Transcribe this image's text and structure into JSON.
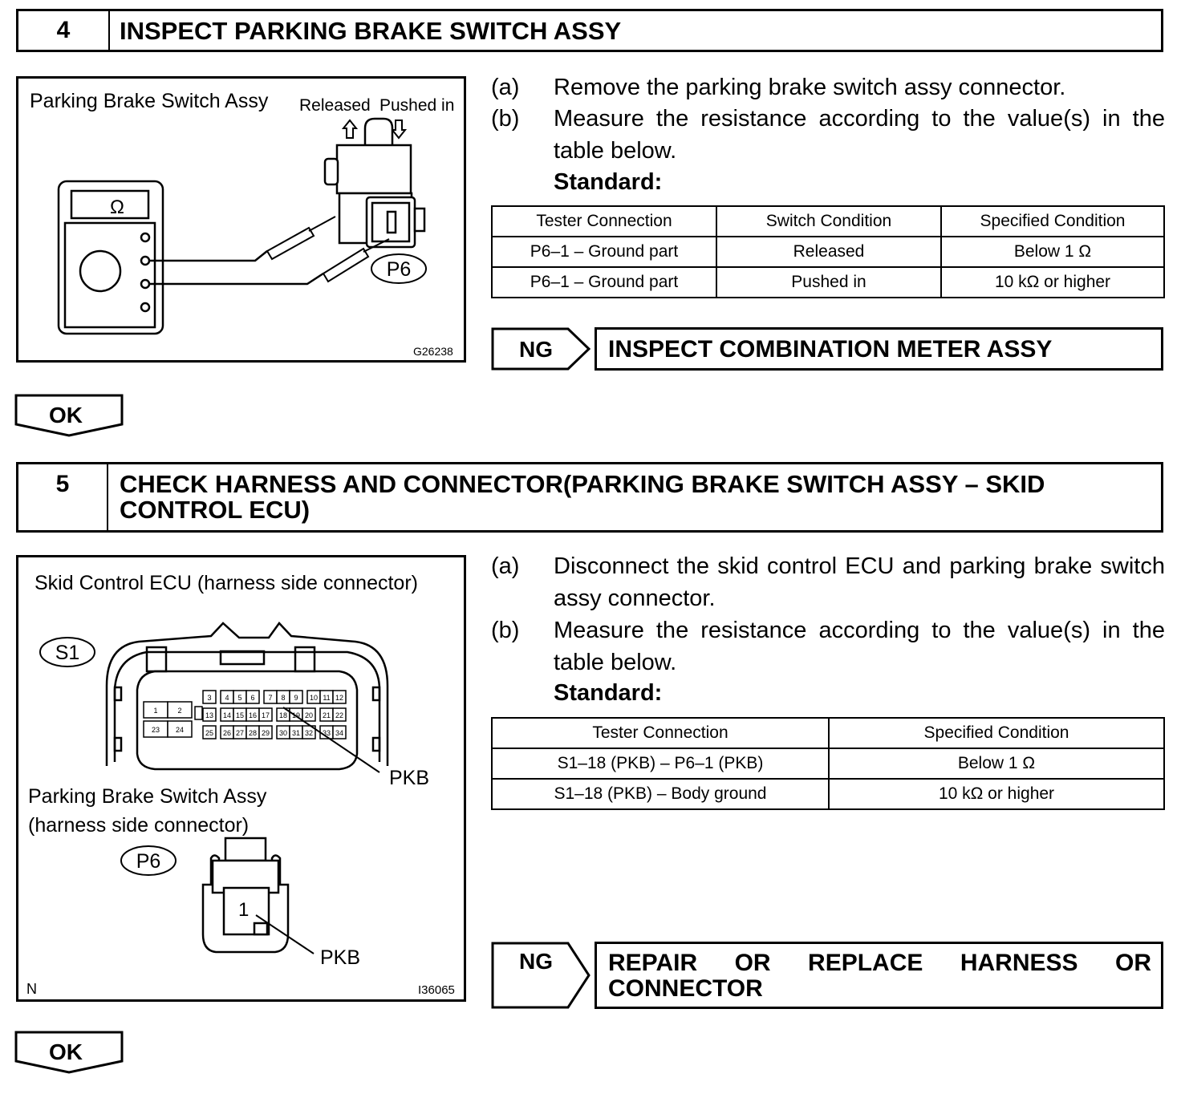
{
  "step4": {
    "number": "4",
    "title": "INSPECT PARKING BRAKE SWITCH ASSY",
    "figure": {
      "title": "Parking Brake Switch Assy",
      "released": "Released",
      "pushed_in": "Pushed in",
      "ohm_symbol": "Ω",
      "connector": "P6",
      "code": "G26238"
    },
    "steps": [
      {
        "label": "(a)",
        "text": "Remove the parking brake switch assy connector."
      },
      {
        "label": "(b)",
        "text": "Measure the resistance according to the value(s) in the table below."
      }
    ],
    "standard": "Standard:",
    "table": {
      "headers": [
        "Tester Connection",
        "Switch Condition",
        "Specified Condition"
      ],
      "rows": [
        [
          "P6–1 – Ground part",
          "Released",
          "Below 1 Ω"
        ],
        [
          "P6–1 – Ground part",
          "Pushed in",
          "10 kΩ or higher"
        ]
      ]
    },
    "ng_label": "NG",
    "ng_action": "INSPECT COMBINATION METER ASSY",
    "ok_label": "OK"
  },
  "step5": {
    "number": "5",
    "title": "CHECK HARNESS AND CONNECTOR(PARKING BRAKE SWITCH ASSY – SKID CONTROL ECU)",
    "figure": {
      "ecu_title": "Skid Control ECU (harness side connector)",
      "ecu_connector": "S1",
      "pkb": "PKB",
      "switch_title_line1": "Parking Brake Switch Assy",
      "switch_title_line2": "(harness side connector)",
      "switch_connector": "P6",
      "pin1": "1",
      "corner": "N",
      "code": "I36065",
      "pins_row1": [
        "3",
        "4",
        "5",
        "6",
        "7",
        "8",
        "9",
        "10",
        "11",
        "12"
      ],
      "pins_row2": [
        "13",
        "14",
        "15",
        "16",
        "17",
        "18",
        "19",
        "20",
        "21",
        "22"
      ],
      "pins_row3": [
        "25",
        "26",
        "27",
        "28",
        "29",
        "30",
        "31",
        "32",
        "33",
        "34"
      ],
      "pins_left": [
        "1",
        "2",
        "23",
        "24"
      ]
    },
    "steps": [
      {
        "label": "(a)",
        "text": "Disconnect the skid control ECU and parking brake switch assy connector."
      },
      {
        "label": "(b)",
        "text": "Measure the resistance according to the value(s) in the table below."
      }
    ],
    "standard": "Standard:",
    "table": {
      "headers": [
        "Tester Connection",
        "Specified Condition"
      ],
      "rows": [
        [
          "S1–18 (PKB) – P6–1 (PKB)",
          "Below 1 Ω"
        ],
        [
          "S1–18 (PKB) – Body ground",
          "10 kΩ or higher"
        ]
      ]
    },
    "ng_label": "NG",
    "ng_action": "REPAIR OR REPLACE HARNESS OR CONNECTOR",
    "ok_label": "OK"
  }
}
